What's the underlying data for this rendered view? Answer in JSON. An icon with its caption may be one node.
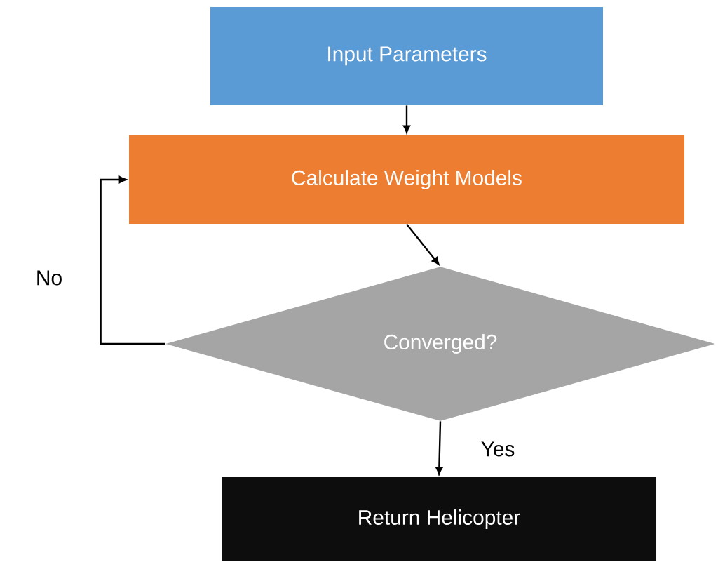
{
  "diagram": {
    "nodes": [
      {
        "text": [
          "Input Parameters"
        ]
      },
      {
        "text": [
          "Calculate Weight Models"
        ]
      },
      {
        "text": [
          "Converged?"
        ]
      },
      {
        "text": [
          "Return Helicopter"
        ]
      }
    ],
    "edges": [
      {
        "from": 0,
        "to": 1,
        "arrow": "to"
      },
      {
        "from": 1,
        "to": 2,
        "arrow": "to"
      },
      {
        "from": 2,
        "to": 3,
        "arrow": "to",
        "label": "Yes"
      },
      {
        "from": 2,
        "to": 1,
        "arrow": "to",
        "label": "No"
      }
    ]
  }
}
